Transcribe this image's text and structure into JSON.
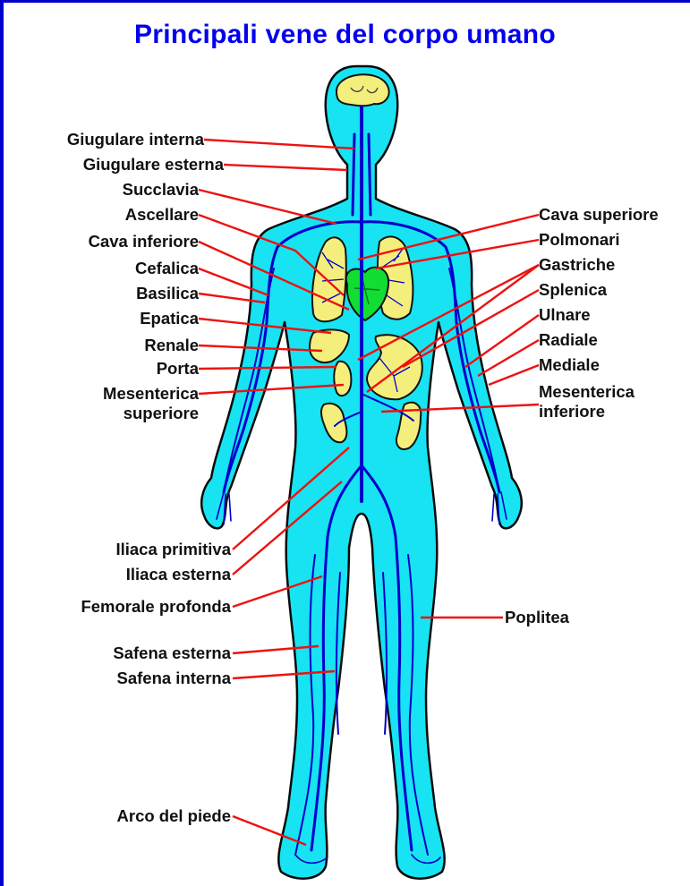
{
  "title": "Principali vene del corpo umano",
  "colors": {
    "title": "#0000ee",
    "body": "#17e3f2",
    "vein": "#0000cc",
    "organ": "#f4ef7c",
    "heart": "#11dd33",
    "leader_line": "#ee1111",
    "frame": "#0000cc"
  },
  "labels": {
    "giugulare_interna": "Giugulare interna",
    "giugulare_esterna": "Giugulare esterna",
    "succlavia": "Succlavia",
    "ascellare": "Ascellare",
    "cava_inferiore": "Cava inferiore",
    "cefalica": "Cefalica",
    "basilica": "Basilica",
    "epatica": "Epatica",
    "renale": "Renale",
    "porta": "Porta",
    "mesenterica_superiore_1": "Mesenterica",
    "mesenterica_superiore_2": "superiore",
    "iliaca_primitiva": "Iliaca primitiva",
    "iliaca_esterna": "Iliaca esterna",
    "femorale_profonda": "Femorale profonda",
    "safena_esterna": "Safena esterna",
    "safena_interna": "Safena interna",
    "arco_del_piede": "Arco del piede",
    "cava_superiore": "Cava superiore",
    "polmonari": "Polmonari",
    "gastriche": "Gastriche",
    "splenica": "Splenica",
    "ulnare": "Ulnare",
    "radiale": "Radiale",
    "mediale": "Mediale",
    "mesenterica_inferiore_1": "Mesenterica",
    "mesenterica_inferiore_2": "inferiore",
    "poplitea": "Poplitea"
  }
}
